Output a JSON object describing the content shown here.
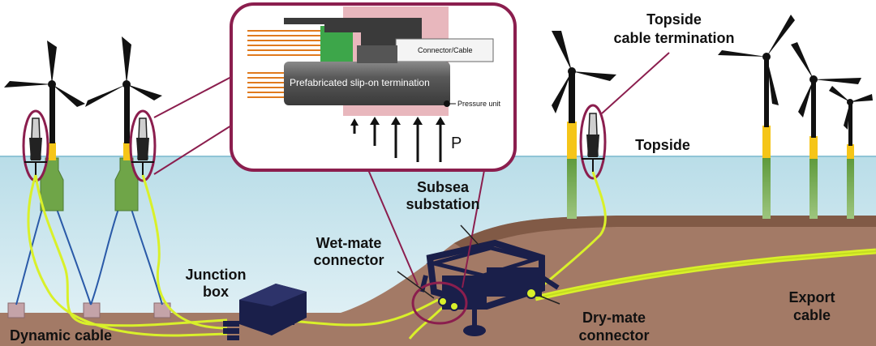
{
  "labels": {
    "topside_termination_l1": "Topside",
    "topside_termination_l2": "cable termination",
    "topside": "Topside",
    "subsea_l1": "Subsea",
    "subsea_l2": "substation",
    "wetmate_l1": "Wet-mate",
    "wetmate_l2": "connector",
    "junction_l1": "Junction",
    "junction_l2": "box",
    "dynamic_cable": "Dynamic cable",
    "export_l1": "Export",
    "export_l2": "cable",
    "drymate_l1": "Dry-mate",
    "drymate_l2": "connector"
  },
  "inset": {
    "connector_cable": "Connector/Cable",
    "prefab": "Prefabricated slip-on termination",
    "pressure_unit": "Pressure unit",
    "pressure_symbol": "P"
  },
  "colors": {
    "sea": "#b7dbe6",
    "seabed": "#a37a66",
    "seabed_dark": "#5a3a28",
    "cable_yellow": "#d9f02a",
    "cable_blue": "#2a5aa8",
    "tower_yellow": "#f5c518",
    "tower_green": "#6fa548",
    "substation": "#1a1f4a",
    "callout": "#8b1e4e",
    "pressure_pink": "#e8b7bd"
  }
}
